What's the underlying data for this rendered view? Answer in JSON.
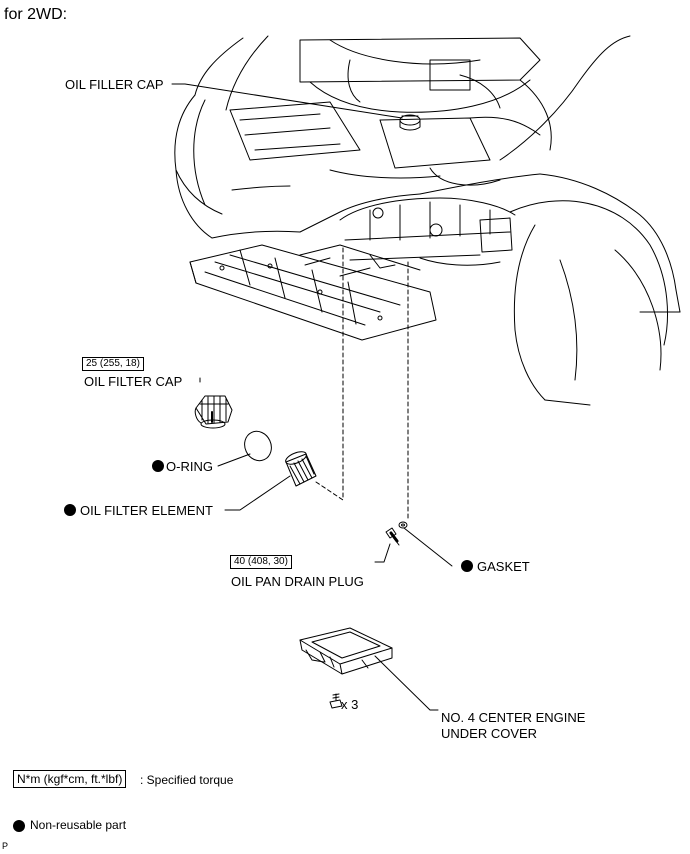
{
  "header": "for 2WD:",
  "callouts": {
    "oil_filler_cap": "OIL FILLER CAP",
    "oil_filter_cap": "OIL FILTER CAP",
    "oil_filter_cap_torque": "25 (255, 18)",
    "o_ring": "O-RING",
    "oil_filter_element": "OIL FILTER ELEMENT",
    "oil_pan_drain_plug": "OIL PAN DRAIN PLUG",
    "oil_pan_drain_plug_torque": "40 (408, 30)",
    "gasket": "GASKET",
    "bolt_qty": "x 3",
    "under_cover_line1": "NO. 4 CENTER ENGINE",
    "under_cover_line2": "UNDER COVER"
  },
  "legend": {
    "torque_units": "N*m (kgf*cm, ft.*lbf)",
    "torque_desc": ": Specified torque",
    "non_reusable": "Non-reusable part"
  },
  "footer_mark": "P",
  "colors": {
    "ink": "#000000",
    "paper": "#ffffff"
  }
}
